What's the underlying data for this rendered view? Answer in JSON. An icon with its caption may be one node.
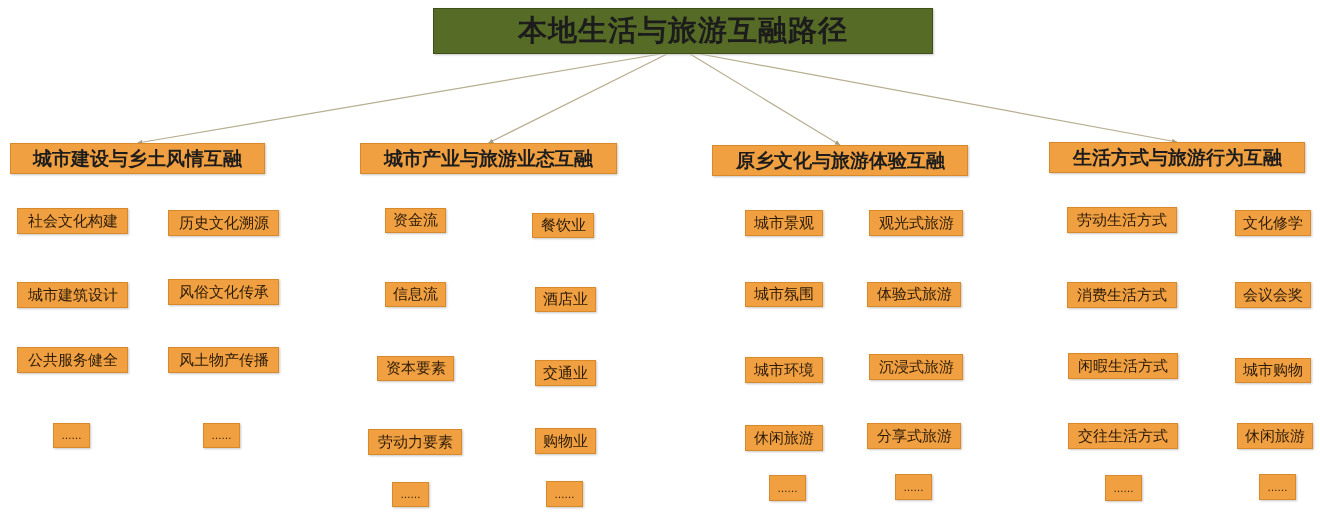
{
  "diagram": {
    "nodes": [
      {
        "text": [
          "本地生活与旅游互融路径"
        ]
      },
      {
        "text": [
          "城市建设与乡土风情互融"
        ]
      },
      {
        "text": [
          "社会文化构建"
        ]
      },
      {
        "text": [
          "历史文化溯源"
        ]
      },
      {
        "text": [
          "城市建筑设计"
        ]
      },
      {
        "text": [
          "风俗文化传承"
        ]
      },
      {
        "text": [
          "公共服务健全"
        ]
      },
      {
        "text": [
          "风土物产传播"
        ]
      },
      {
        "text": [
          "……"
        ]
      },
      {
        "text": [
          "……"
        ]
      },
      {
        "text": [
          "城市产业与旅游业态互融"
        ]
      },
      {
        "text": [
          "资金流"
        ]
      },
      {
        "text": [
          "餐饮业"
        ]
      },
      {
        "text": [
          "信息流"
        ]
      },
      {
        "text": [
          "酒店业"
        ]
      },
      {
        "text": [
          "资本要素"
        ]
      },
      {
        "text": [
          "交通业"
        ]
      },
      {
        "text": [
          "劳动力要素"
        ]
      },
      {
        "text": [
          "购物业"
        ]
      },
      {
        "text": [
          "……"
        ]
      },
      {
        "text": [
          "……"
        ]
      },
      {
        "text": [
          "原乡文化与旅游体验互融"
        ]
      },
      {
        "text": [
          "城市景观"
        ]
      },
      {
        "text": [
          "观光式旅游"
        ]
      },
      {
        "text": [
          "城市氛围"
        ]
      },
      {
        "text": [
          "体验式旅游"
        ]
      },
      {
        "text": [
          "城市环境"
        ]
      },
      {
        "text": [
          "沉浸式旅游"
        ]
      },
      {
        "text": [
          "休闲旅游"
        ]
      },
      {
        "text": [
          "分享式旅游"
        ]
      },
      {
        "text": [
          "……"
        ]
      },
      {
        "text": [
          "……"
        ]
      },
      {
        "text": [
          "生活方式与旅游行为互融"
        ]
      },
      {
        "text": [
          "劳动生活方式"
        ]
      },
      {
        "text": [
          "文化修学"
        ]
      },
      {
        "text": [
          "消费生活方式"
        ]
      },
      {
        "text": [
          "会议会奖"
        ]
      },
      {
        "text": [
          "闲暇生活方式"
        ]
      },
      {
        "text": [
          "城市购物"
        ]
      },
      {
        "text": [
          "交往生活方式"
        ]
      },
      {
        "text": [
          "休闲旅游"
        ]
      },
      {
        "text": [
          "……"
        ]
      },
      {
        "text": [
          "……"
        ]
      }
    ],
    "edges": [
      {
        "from": 0,
        "to": 1,
        "arrow": "to"
      },
      {
        "from": 0,
        "to": 10,
        "arrow": "to"
      },
      {
        "from": 0,
        "to": 21,
        "arrow": "to"
      },
      {
        "from": 0,
        "to": 32,
        "arrow": "to"
      }
    ]
  }
}
